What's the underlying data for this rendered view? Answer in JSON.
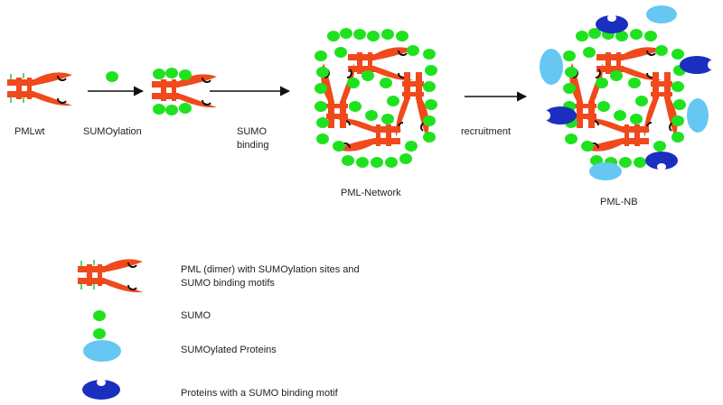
{
  "colors": {
    "pml": "#f0491c",
    "sumo": "#1fe21f",
    "sumo_site": "#22c93a",
    "sumoylated_protein": "#66c8f2",
    "sbm_protein": "#1a2fbf",
    "arrow": "#111111",
    "motif": "#111111"
  },
  "icons": {
    "pml_dimer": "pml-dimer-icon",
    "sumo": "sumo-icon",
    "sumoylated_protein": "sumoylated-protein-icon",
    "sbm_protein": "sumo-binding-protein-icon",
    "arrow": "arrow-right-icon"
  },
  "steps": {
    "pml_wt": "PMLwt",
    "sumoylation": "SUMOylation",
    "sumo_binding": "SUMO\nbinding",
    "recruitment": "recruitment",
    "pml_network": "PML-Network",
    "pml_nb": "PML-NB"
  },
  "legend": {
    "pml": "PML (dimer) with SUMOylation sites and SUMO binding motifs",
    "sumo": "SUMO",
    "sumoylated": "SUMOylated Proteins",
    "sbm_protein": "Proteins with a SUMO binding motif"
  }
}
